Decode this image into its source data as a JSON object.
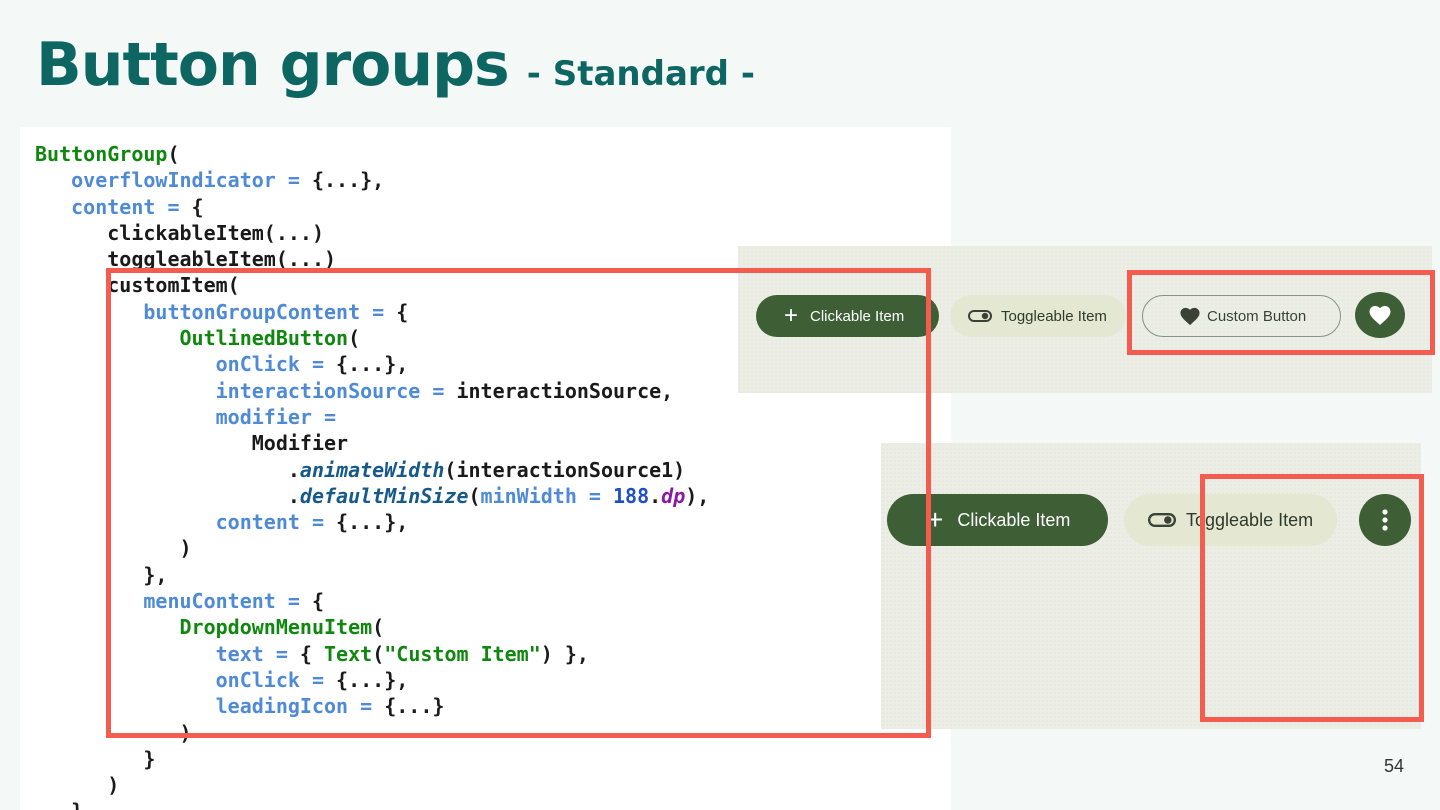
{
  "slide": {
    "title": "Button groups",
    "subtitle": "- Standard -",
    "page_number": "54"
  },
  "code": {
    "lines": [
      [
        [
          "ButtonGroup",
          "kw"
        ],
        [
          "(",
          "text"
        ]
      ],
      [
        [
          "   ",
          "text"
        ],
        [
          "overflowIndicator = ",
          "param"
        ],
        [
          "{...},",
          "text"
        ]
      ],
      [
        [
          "   ",
          "text"
        ],
        [
          "content = ",
          "param"
        ],
        [
          "{",
          "text"
        ]
      ],
      [
        [
          "      clickableItem(...)",
          "text"
        ]
      ],
      [
        [
          "      toggleableItem(...)",
          "text"
        ]
      ],
      [
        [
          "      customItem(",
          "text"
        ]
      ],
      [
        [
          "         ",
          "text"
        ],
        [
          "buttonGroupContent = ",
          "param"
        ],
        [
          "{",
          "text"
        ]
      ],
      [
        [
          "            ",
          "text"
        ],
        [
          "OutlinedButton",
          "kw"
        ],
        [
          "(",
          "text"
        ]
      ],
      [
        [
          "               ",
          "text"
        ],
        [
          "onClick = ",
          "param"
        ],
        [
          "{...},",
          "text"
        ]
      ],
      [
        [
          "               ",
          "text"
        ],
        [
          "interactionSource = ",
          "param"
        ],
        [
          "interactionSource,",
          "text"
        ]
      ],
      [
        [
          "               ",
          "text"
        ],
        [
          "modifier =",
          "param"
        ]
      ],
      [
        [
          "                  Modifier",
          "text"
        ]
      ],
      [
        [
          "                     .",
          "text"
        ],
        [
          "animateWidth",
          "ital"
        ],
        [
          "(interactionSource1)",
          "text"
        ]
      ],
      [
        [
          "                     .",
          "text"
        ],
        [
          "defaultMinSize",
          "ital"
        ],
        [
          "(",
          "text"
        ],
        [
          "minWidth = ",
          "param"
        ],
        [
          "188",
          "num"
        ],
        [
          ".",
          "text"
        ],
        [
          "dp",
          "dp"
        ],
        [
          "),",
          "text"
        ]
      ],
      [
        [
          "               ",
          "text"
        ],
        [
          "content = ",
          "param"
        ],
        [
          "{...},",
          "text"
        ]
      ],
      [
        [
          "            )",
          "text"
        ]
      ],
      [
        [
          "         },",
          "text"
        ]
      ],
      [
        [
          "         ",
          "text"
        ],
        [
          "menuContent = ",
          "param"
        ],
        [
          "{",
          "text"
        ]
      ],
      [
        [
          "            ",
          "text"
        ],
        [
          "DropdownMenuItem",
          "kw"
        ],
        [
          "(",
          "text"
        ]
      ],
      [
        [
          "               ",
          "text"
        ],
        [
          "text = ",
          "param"
        ],
        [
          "{ ",
          "text"
        ],
        [
          "Text",
          "kw"
        ],
        [
          "(",
          "text"
        ],
        [
          "\"Custom Item\"",
          "str"
        ],
        [
          ") },",
          "text"
        ]
      ],
      [
        [
          "               ",
          "text"
        ],
        [
          "onClick = ",
          "param"
        ],
        [
          "{...},",
          "text"
        ]
      ],
      [
        [
          "               ",
          "text"
        ],
        [
          "leadingIcon = ",
          "param"
        ],
        [
          "{...}",
          "text"
        ]
      ],
      [
        [
          "            )",
          "text"
        ]
      ],
      [
        [
          "         }",
          "text"
        ]
      ],
      [
        [
          "      )",
          "text"
        ]
      ],
      [
        [
          "   }",
          "text"
        ]
      ]
    ]
  },
  "demo_top": {
    "clickable_label": "Clickable Item",
    "toggleable_label": "Toggleable Item",
    "custom_label": "Custom Button",
    "icons": [
      "plus-icon",
      "toggle-icon",
      "heart-icon"
    ]
  },
  "demo_bottom": {
    "clickable_label": "Clickable Item",
    "toggleable_label": "Toggleable Item",
    "icons": [
      "plus-icon",
      "toggle-icon",
      "more-vert-icon"
    ]
  },
  "colors": {
    "title": "#0e6663",
    "highlight": "#f55c50",
    "button_primary": "#3e5f35",
    "button_tonal": "#e4e8d3"
  }
}
